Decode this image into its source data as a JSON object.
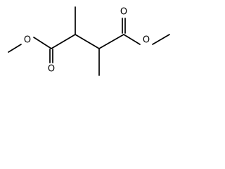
{
  "molecule": {
    "atoms": {
      "o_left_ether": "O",
      "o_left_carbonyl": "O",
      "o_right_carbonyl": "O",
      "o_right_ether": "O"
    }
  }
}
